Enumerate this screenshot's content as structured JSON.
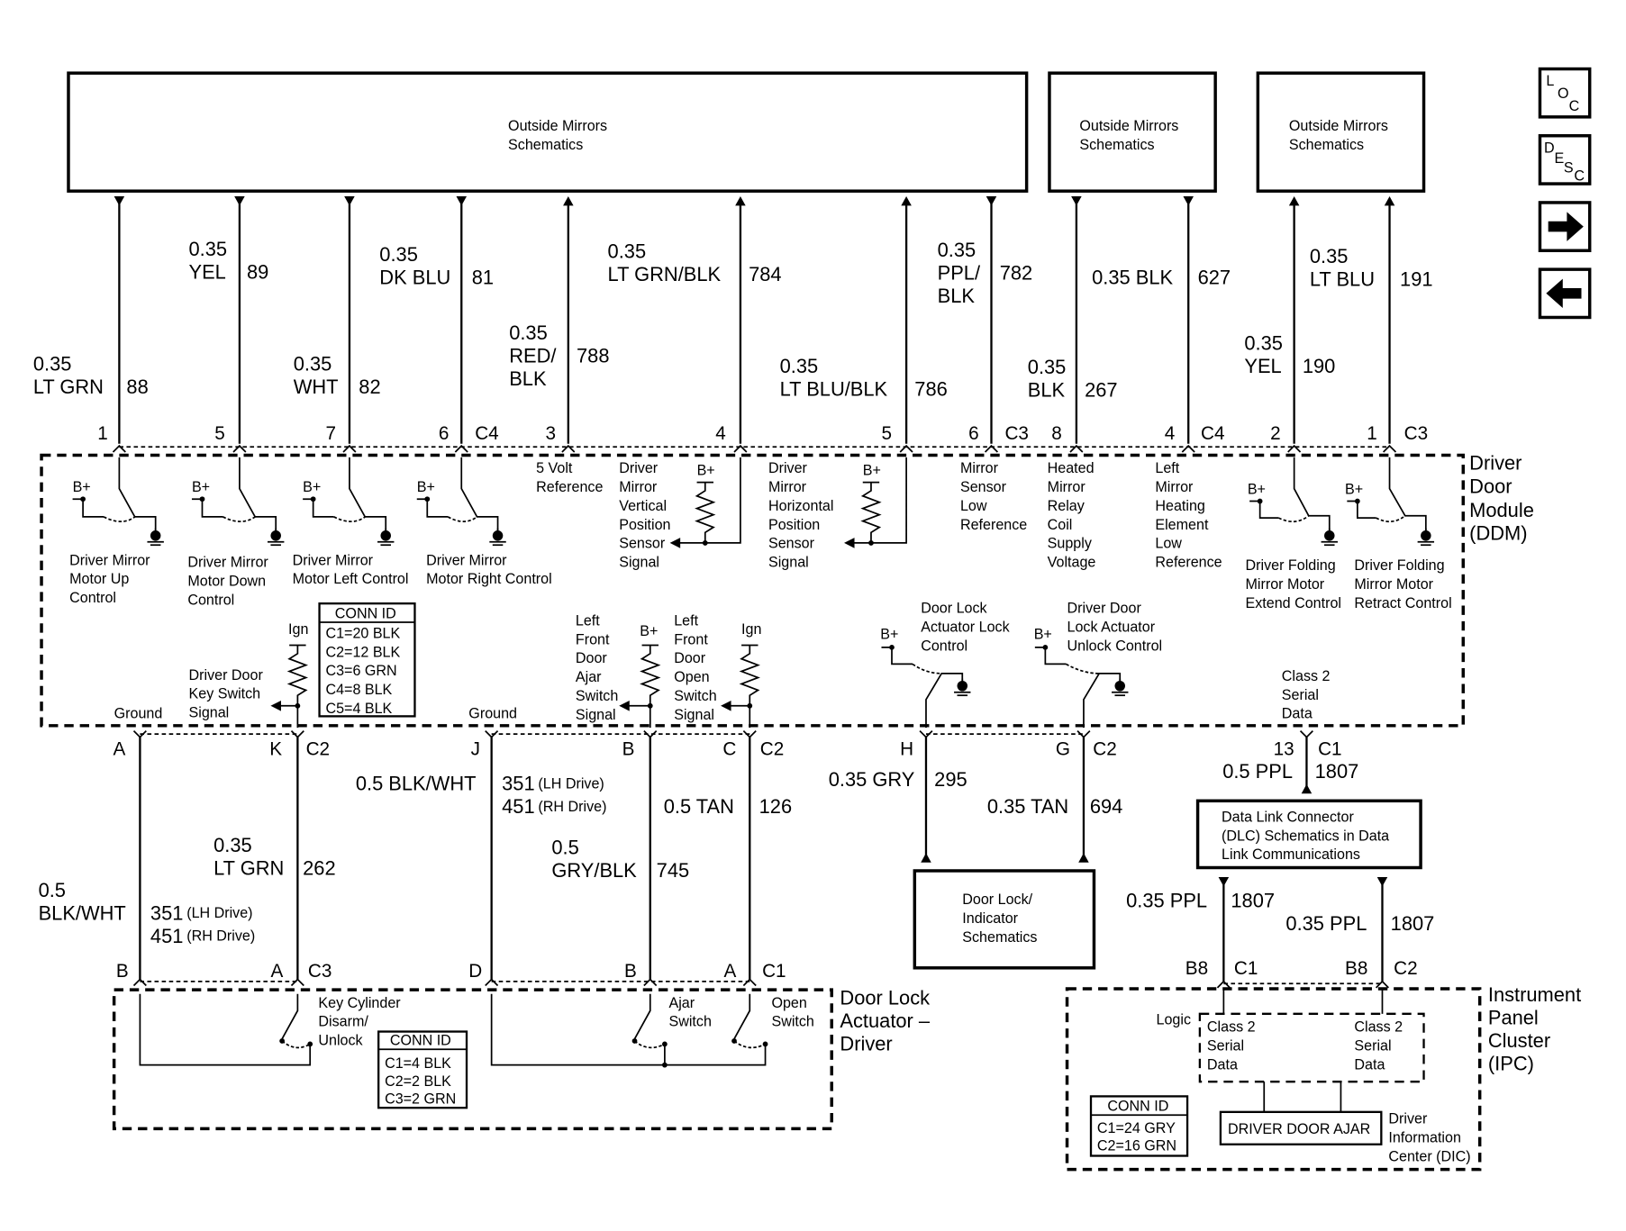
{
  "blocks": {
    "om1": [
      "Outside Mirrors",
      "Schematics"
    ],
    "om2": [
      "Outside Mirrors",
      "Schematics"
    ],
    "om3": [
      "Outside Mirrors",
      "Schematics"
    ],
    "dlc": [
      "Data Link Connector",
      "(DLC) Schematics in Data",
      "Link Communications"
    ],
    "door_lock": [
      "Door Lock/",
      "Indicator",
      "Schematics"
    ],
    "dic_display": "DRIVER DOOR AJAR"
  },
  "nav": {
    "loc": [
      "L",
      "O",
      "C"
    ],
    "desc": [
      "D",
      "E",
      "S",
      "C"
    ],
    "next": "→",
    "prev": "←"
  },
  "modules": {
    "ddm": [
      "Driver",
      "Door",
      "Module",
      "(DDM)"
    ],
    "dla": [
      "Door Lock",
      "Actuator –",
      "Driver"
    ],
    "ipc": [
      "Instrument",
      "Panel",
      "Cluster",
      "(IPC)"
    ],
    "dic": [
      "Driver",
      "Information",
      "Center (DIC)"
    ]
  },
  "top_wires": [
    {
      "gauge": [
        "0.35",
        "LT GRN"
      ],
      "circuit": "88",
      "pin": "1"
    },
    {
      "gauge": [
        "0.35",
        "YEL"
      ],
      "circuit": "89",
      "pin": "5"
    },
    {
      "gauge": [
        "0.35",
        "WHT"
      ],
      "circuit": "82",
      "pin": "7"
    },
    {
      "gauge": [
        "0.35",
        "DK BLU"
      ],
      "circuit": "81",
      "pin": "6",
      "conn": "C4"
    },
    {
      "gauge": [
        "0.35",
        "RED/",
        "BLK"
      ],
      "circuit": "788",
      "pin": "3"
    },
    {
      "gauge": [
        "0.35",
        "LT GRN/BLK"
      ],
      "circuit": "784",
      "pin": "4"
    },
    {
      "gauge": [
        "0.35",
        "LT BLU/BLK"
      ],
      "circuit": "786",
      "pin": "5"
    },
    {
      "gauge": [
        "0.35",
        "PPL/",
        "BLK"
      ],
      "circuit": "782",
      "pin": "6",
      "conn": "C3"
    },
    {
      "gauge": [
        "0.35",
        "BLK"
      ],
      "circuit": "267",
      "pin": "8"
    },
    {
      "gauge": [
        "0.35 BLK"
      ],
      "circuit": "627",
      "pin": "4",
      "conn": "C4"
    },
    {
      "gauge": [
        "0.35",
        "YEL"
      ],
      "circuit": "190",
      "pin": "2"
    },
    {
      "gauge": [
        "0.35",
        "LT BLU"
      ],
      "circuit": "191",
      "pin": "1",
      "conn": "C3"
    }
  ],
  "ddm_labels": {
    "up": [
      "Driver Mirror",
      "Motor Up",
      "Control"
    ],
    "down": [
      "Driver Mirror",
      "Motor Down",
      "Control"
    ],
    "left": [
      "Driver Mirror",
      "Motor Left Control"
    ],
    "right": [
      "Driver Mirror",
      "Motor Right Control"
    ],
    "ref5v": [
      "5 Volt",
      "Reference"
    ],
    "vert": [
      "Driver",
      "Mirror",
      "Vertical",
      "Position",
      "Sensor",
      "Signal"
    ],
    "horiz": [
      "Driver",
      "Mirror",
      "Horizontal",
      "Position",
      "Sensor",
      "Signal"
    ],
    "lowref": [
      "Mirror",
      "Sensor",
      "Low",
      "Reference"
    ],
    "heated": [
      "Heated",
      "Mirror",
      "Relay",
      "Coil",
      "Supply",
      "Voltage"
    ],
    "heatel": [
      "Left",
      "Mirror",
      "Heating",
      "Element",
      "Low",
      "Reference"
    ],
    "extend": [
      "Driver Folding",
      "Mirror Motor",
      "Extend Control"
    ],
    "retract": [
      "Driver Folding",
      "Mirror Motor",
      "Retract Control"
    ],
    "keysw": [
      "Driver Door",
      "Key Switch",
      "Signal"
    ],
    "ajar": [
      "Left",
      "Front",
      "Door",
      "Ajar",
      "Switch",
      "Signal"
    ],
    "open": [
      "Left",
      "Front",
      "Door",
      "Open",
      "Switch",
      "Signal"
    ],
    "lock": [
      "Door Lock",
      "Actuator Lock",
      "Control"
    ],
    "unlock": [
      "Driver Door",
      "Lock Actuator",
      "Unlock Control"
    ],
    "class2": [
      "Class 2",
      "Serial",
      "Data"
    ],
    "ground": "Ground",
    "ign": "Ign",
    "bplus": "B+"
  },
  "conn_ids": {
    "ddm": {
      "title": "CONN ID",
      "rows": [
        "C1=20 BLK",
        "C2=12 BLK",
        "C3=6 GRN",
        "C4=8 BLK",
        "C5=4 BLK"
      ]
    },
    "dla": {
      "title": "CONN ID",
      "rows": [
        "C1=4 BLK",
        "C2=2 BLK",
        "C3=2 GRN"
      ]
    },
    "ipc": {
      "title": "CONN ID",
      "rows": [
        "C1=24 GRY",
        "C2=16 GRN"
      ]
    }
  },
  "bottom": {
    "pins_ddm": [
      "A",
      "K",
      "C2",
      "J",
      "B",
      "C",
      "C2",
      "H",
      "G",
      "C2"
    ],
    "pins_dla": [
      "B",
      "A",
      "C3",
      "D",
      "B",
      "A",
      "C1"
    ],
    "w_ltgrn": [
      "0.35",
      "LT GRN"
    ],
    "c262": "262",
    "w_blkwht1": [
      "0.5",
      "BLK/WHT"
    ],
    "c351": "351",
    "lh": "(LH Drive)",
    "c451": "451",
    "rh": "(RH Drive)",
    "w_blkwht2": "0.5 BLK/WHT",
    "w_gryblk": [
      "0.5",
      "GRY/BLK"
    ],
    "c745": "745",
    "w_tan": "0.5 TAN",
    "c126": "126",
    "w_gry": "0.35 GRY",
    "c295": "295",
    "w_tan2": "0.35 TAN",
    "c694": "694",
    "pin13": "13",
    "c1": "C1",
    "w_ppl": "0.5 PPL",
    "c1807": "1807",
    "w_ppl2": "0.35 PPL",
    "c1807b": "1807",
    "w_ppl3": "0.35 PPL",
    "c1807c": "1807",
    "b8a": "B8",
    "cc1": "C1",
    "b8b": "B8",
    "cc2": "C2",
    "keycyl": [
      "Key Cylinder",
      "Disarm/",
      "Unlock"
    ],
    "ajarsw": [
      "Ajar",
      "Switch"
    ],
    "opensw": [
      "Open",
      "Switch"
    ],
    "logic": "Logic",
    "class2a": [
      "Class 2",
      "Serial",
      "Data"
    ],
    "class2b": [
      "Class 2",
      "Serial",
      "Data"
    ]
  }
}
